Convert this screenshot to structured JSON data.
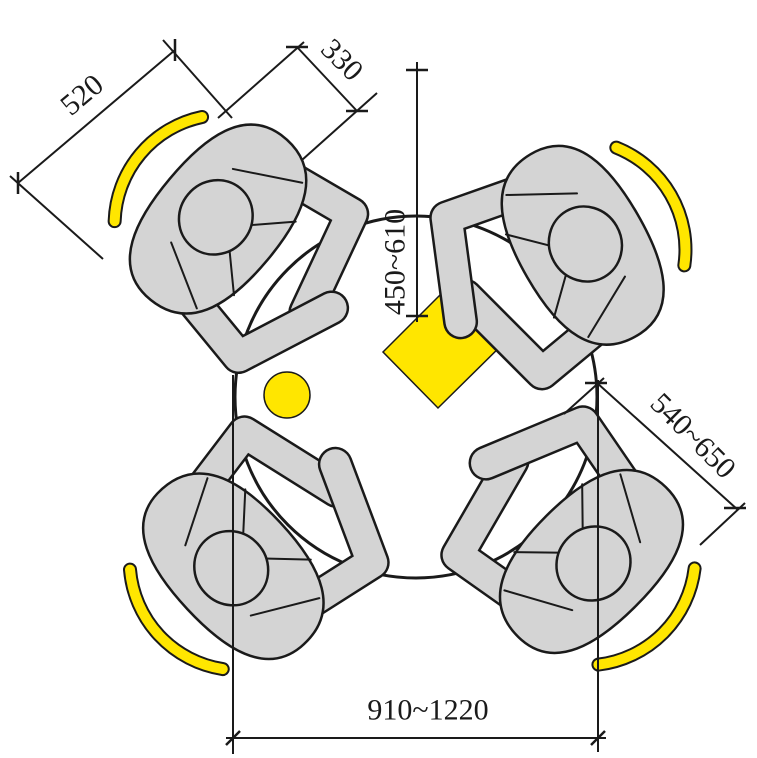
{
  "dimensions": {
    "chair_span": "520",
    "chair_setback": "330",
    "reach_zone": "450~610",
    "side_clearance": "540~650",
    "table_diameter": "910~1220"
  },
  "colors": {
    "accent": "#FFE600",
    "figure": "#D4D4D4",
    "line": "#1A1A1A"
  }
}
